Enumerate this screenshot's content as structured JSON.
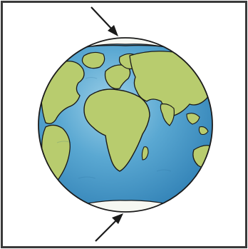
{
  "diagram": {
    "subject": "globe-icon",
    "features": [
      "north-polar-ice-cap",
      "south-polar-ice-cap",
      "north-arrow",
      "south-arrow"
    ],
    "colors": {
      "ocean": "#4f9fcc",
      "ocean_light": "#8cc6e2",
      "land": "#b8cc6e",
      "land_dark": "#8fa84a",
      "ice": "#f6f8f2",
      "outline": "#1a1a1a",
      "frame": "#3a3a3a"
    }
  }
}
